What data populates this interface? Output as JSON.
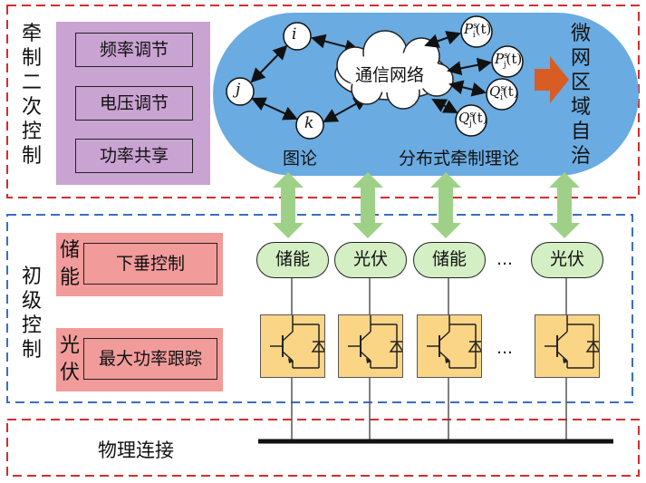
{
  "secondary": {
    "label": [
      "牵",
      "制",
      "二",
      "次",
      "控",
      "制"
    ],
    "items": [
      "频率调节",
      "电压调节",
      "功率共享"
    ]
  },
  "cloud": {
    "graph_nodes": [
      "i",
      "j",
      "k"
    ],
    "graph_caption": "图论",
    "network_label": "通信网络",
    "signals": [
      {
        "base": "P",
        "sup": "s",
        "sub": "i",
        "arg": "(t)"
      },
      {
        "base": "P",
        "sup": "s",
        "sub": "j",
        "arg": "(t)"
      },
      {
        "base": "Q",
        "sup": "s",
        "sub": "i",
        "arg": "(t)"
      },
      {
        "base": "Q",
        "sup": "s",
        "sub": "j",
        "arg": "(t)"
      }
    ],
    "theory_caption": "分布式牵制理论",
    "autonomy_label": [
      "微",
      "网",
      "区",
      "域",
      "自",
      "治"
    ]
  },
  "primary": {
    "label": [
      "初",
      "级",
      "控",
      "制"
    ],
    "storage": {
      "type_chars": [
        "储",
        "能"
      ],
      "control": "下垂控制"
    },
    "pv": {
      "type_chars": [
        "光",
        "伏"
      ],
      "control": "最大功率跟踪"
    },
    "units": [
      "储能",
      "光伏",
      "储能",
      "光伏"
    ],
    "ellipsis": "…"
  },
  "physical": {
    "label": "物理连接"
  },
  "colors": {
    "red_dash": "#d42d2d",
    "blue_dash": "#3a6fbf",
    "cloud_blue": "#6aabe1",
    "purple": "#c9a3d2",
    "pink": "#f19b9a",
    "green_arrow": "#9ed187",
    "unit_green": "#d4efc4",
    "converter": "#fbd586",
    "orange_arrow": "#d75d24"
  }
}
